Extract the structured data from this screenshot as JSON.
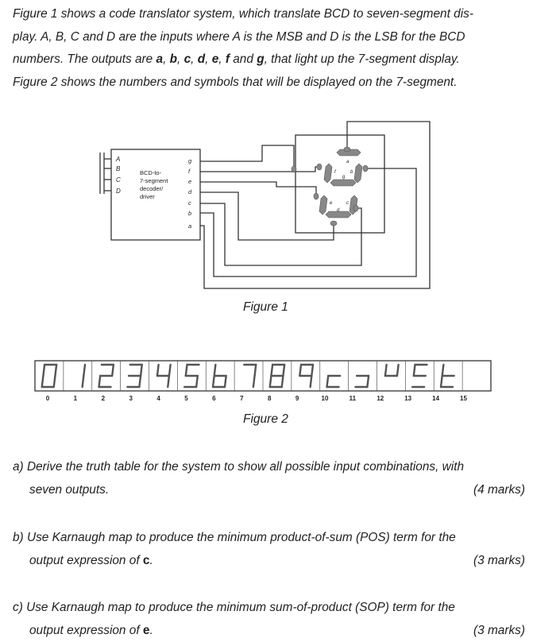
{
  "intro": {
    "t1": "Figure 1 shows a code translator system, which translate BCD to seven-segment dis-",
    "t2": "play. A, B, C and D are the inputs where A is the MSB and D is the LSB for the BCD",
    "t3": "numbers. The outputs are ",
    "a": "a",
    "b": "b",
    "c": "c",
    "d": "d",
    "e": "e",
    "f": "f",
    "g": "g",
    "sep": ", ",
    "and": " and ",
    "t3end": ", that light up the 7-segment display.",
    "t4": "Figure 2 shows the numbers and symbols that will be displayed on the 7-segment."
  },
  "figure1": {
    "caption": "Figure 1",
    "inputs": [
      "A",
      "B",
      "C",
      "D"
    ],
    "decoder_label": [
      "BCD-to-",
      "7-segment",
      "decoder/",
      "driver"
    ],
    "outputs": [
      "g",
      "f",
      "e",
      "d",
      "c",
      "b",
      "a"
    ],
    "segments": [
      "a",
      "f",
      "b",
      "g",
      "e",
      "c",
      "d"
    ]
  },
  "figure2": {
    "caption": "Figure 2",
    "numbers": [
      "0",
      "1",
      "2",
      "3",
      "4",
      "5",
      "6",
      "7",
      "8",
      "9",
      "10",
      "11",
      "12",
      "13",
      "14",
      "15"
    ]
  },
  "questions": [
    {
      "label": "a)",
      "l1": "Derive the truth table for the system to show all possible input combinations, with",
      "l2": "seven outputs.",
      "bold": "",
      "end": "",
      "marks": "(4 marks)"
    },
    {
      "label": "b)",
      "l1": "Use Karnaugh map to produce the minimum product-of-sum (POS) term for the",
      "l2": "output expression of ",
      "bold": "c",
      "end": ".",
      "marks": "(3 marks)"
    },
    {
      "label": "c)",
      "l1": "Use Karnaugh map to produce the minimum sum-of-product (SOP) term for the",
      "l2": "output expression of ",
      "bold": "e",
      "end": ".",
      "marks": "(3 marks)"
    }
  ],
  "colors": {
    "text": "#222222",
    "line": "#333333",
    "segment": "#888888"
  }
}
